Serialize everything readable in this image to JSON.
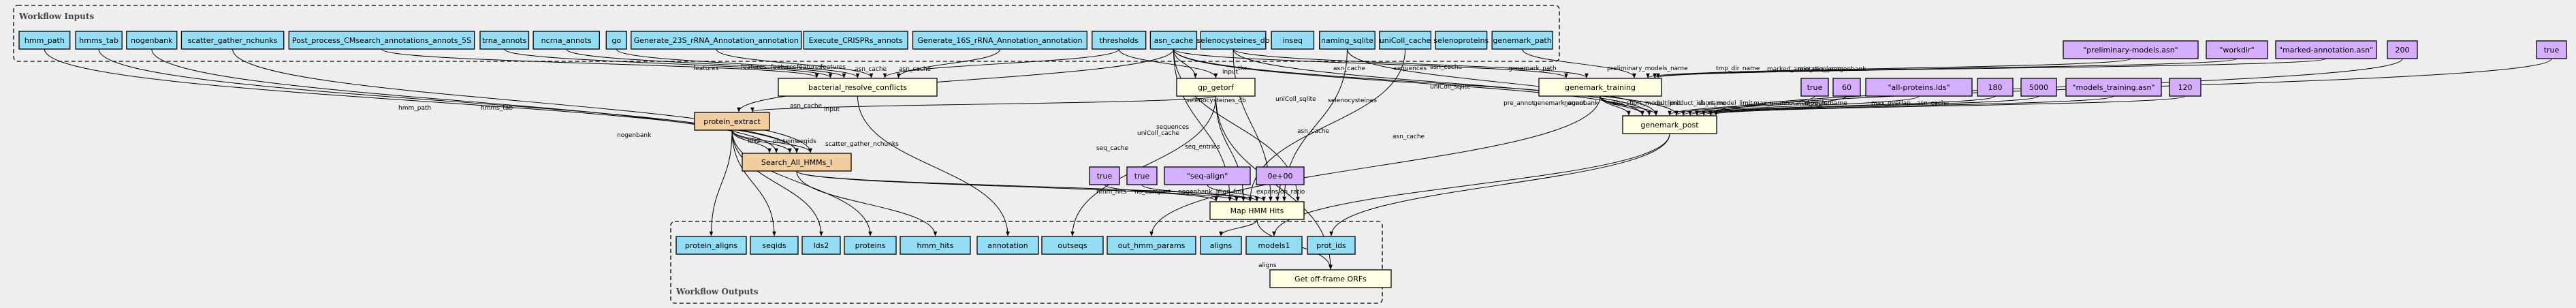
{
  "clusters": {
    "inputs": "Workflow Inputs",
    "outputs": "Workflow Outputs"
  },
  "colors": {
    "input": "#94ddf4",
    "output": "#94ddf4",
    "step": "#ffffe1",
    "subworkflow": "#f3cea1",
    "default": "#d5aefc",
    "background": "#eeeeee"
  },
  "nodes": {
    "inputs": [
      "hmm_path",
      "hmms_tab",
      "nogenbank",
      "scatter_gather_nchunks",
      "Post_process_CMsearch_annotations_annots_5S",
      "trna_annots",
      "ncrna_annots",
      "go",
      "Generate_23S_rRNA_Annotation_annotation",
      "Execute_CRISPRs_annots",
      "Generate_16S_rRNA_Annotation_annotation",
      "thresholds",
      "asn_cache",
      "selenocysteines_db",
      "inseq",
      "naming_sqlite",
      "uniColl_cache",
      "selenoproteins",
      "genemark_path"
    ],
    "steps": [
      "bacterial_resolve_conflicts",
      "gp_getorf",
      "genemark_training",
      "genemark_post",
      "Map HMM Hits",
      "Get off-frame ORFs"
    ],
    "subworkflows": [
      "protein_extract",
      "Search_All_HMMs_I"
    ],
    "defaults": [
      "\"preliminary-models.asn\"",
      "\"workdir\"",
      "\"marked-annotation.asn\"",
      "200",
      "true",
      "true",
      "60",
      "\"all-proteins.ids\"",
      "180",
      "5000",
      "\"models_training.asn\"",
      "120",
      "true",
      "true",
      "\"seq-align\"",
      "0e+00"
    ],
    "outputs": [
      "protein_aligns",
      "seqids",
      "lds2",
      "proteins",
      "hmm_hits",
      "annotation",
      "outseqs",
      "out_hmm_params",
      "aligns",
      "models1",
      "prot_ids"
    ]
  },
  "edge_labels": [
    "hmm_path",
    "hmms_tab",
    "nogenbank",
    "scatter_gather_nchunks",
    "features",
    "features",
    "features",
    "features",
    "features",
    "asn_cache",
    "asn_cache",
    "input",
    "thr",
    "asn_cache",
    "sequences",
    "asn_cache",
    "genemark_path",
    "preliminary_models_name",
    "tmp_dir_name",
    "marked_annotation_name",
    "min_seq_len",
    "nogenbank",
    "asn_cache",
    "input",
    "selenocysteines",
    "uniColl_sqlite",
    "selenocysteines_db",
    "uniColl_sqlite",
    "asn_cache",
    "seq_entries",
    "sequences",
    "seq_cache",
    "uniColl_cache",
    "asn_cache",
    "lds2",
    "proteins",
    "seqids",
    "pre_annot",
    "genemark_annot",
    "nogenbank",
    "abs_short_model_limit",
    "out_product_ids_name",
    "short_model_limit",
    "max_unannotated_region",
    "models_name",
    "max_overlap",
    "asn_cache",
    "hmm_hits",
    "no_compart",
    "nogenbank",
    "align_fmt",
    "expansion_ratio",
    "aligns"
  ]
}
